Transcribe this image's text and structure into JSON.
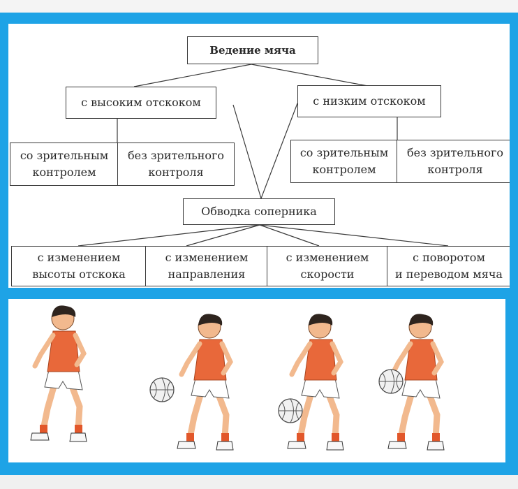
{
  "diagram": {
    "root": "Ведение мяча",
    "branches": [
      {
        "label": "с высоким отскоком",
        "children": [
          {
            "line1": "со зрительным",
            "line2": "контролем"
          },
          {
            "line1": "без зрительного",
            "line2": "контроля"
          }
        ]
      },
      {
        "label": "с низким отскоком",
        "children": [
          {
            "line1": "со зрительным",
            "line2": "контролем"
          },
          {
            "line1": "без зрительного",
            "line2": "контроля"
          }
        ]
      }
    ],
    "merge_node": "Обводка соперника",
    "techniques": [
      {
        "line1": "с изменением",
        "line2": "высоты отскока"
      },
      {
        "line1": "с изменением",
        "line2": "направления"
      },
      {
        "line1": "с изменением",
        "line2": "скорости"
      },
      {
        "line1": "с поворотом",
        "line2": "и переводом мяча"
      }
    ]
  },
  "illustration": {
    "colors": {
      "shirt": "#e8683a",
      "skin": "#f2b98e",
      "hair": "#2e241e",
      "shorts": "#ffffff",
      "socks": "#e2572a",
      "ball": "#f1f1f1"
    }
  }
}
